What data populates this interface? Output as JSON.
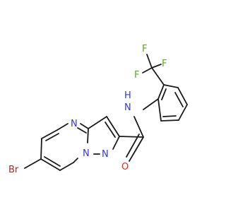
{
  "molecule": {
    "atoms": {
      "br": "Br",
      "n_pyrimidine": "N",
      "n_bridge": "N",
      "n_pyrazole": "N",
      "n_amide": "N",
      "h_amide": "H",
      "o_carbonyl": "O",
      "f_top": "F",
      "f_right": "F",
      "f_left": "F"
    },
    "colors": {
      "bond": "#1a1a1a",
      "nitrogen": "#3333ee",
      "oxygen": "#ee2222",
      "bromine": "#a52a2a",
      "fluorine": "#55aa22"
    }
  }
}
